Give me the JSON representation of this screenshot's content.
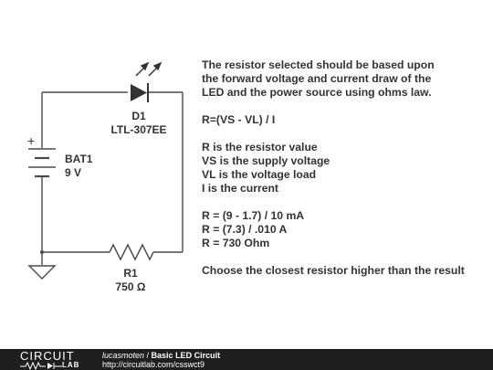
{
  "schematic": {
    "diode": {
      "designator": "D1",
      "part": "LTL-307EE"
    },
    "battery": {
      "designator": "BAT1",
      "value": "9 V",
      "polarity": "+"
    },
    "resistor": {
      "designator": "R1",
      "value": "750 Ω"
    }
  },
  "notes": [
    "The resistor selected should be based upon",
    "the forward voltage and current draw of the",
    "LED and the power source using ohms law.",
    "",
    "R=(VS - VL) / I",
    "",
    "R is the resistor value",
    "VS is the supply voltage",
    "VL is the voltage load",
    "I is the current",
    "",
    "R = (9 - 1.7) / 10 mA",
    "R = (7.3) / .010 A",
    "R = 730 Ohm",
    "",
    "Choose the closest resistor higher than the result"
  ],
  "footer": {
    "logo_top": "CIRCUIT",
    "logo_bottom": "LAB",
    "author": "lucasmoten",
    "separator": " / ",
    "title": "Basic LED Circuit",
    "url": "http://circuitlab.com/csswct9"
  },
  "colors": {
    "wire": "#4a4a4a",
    "text": "#333333",
    "footer_bg": "#1f1f1f"
  }
}
